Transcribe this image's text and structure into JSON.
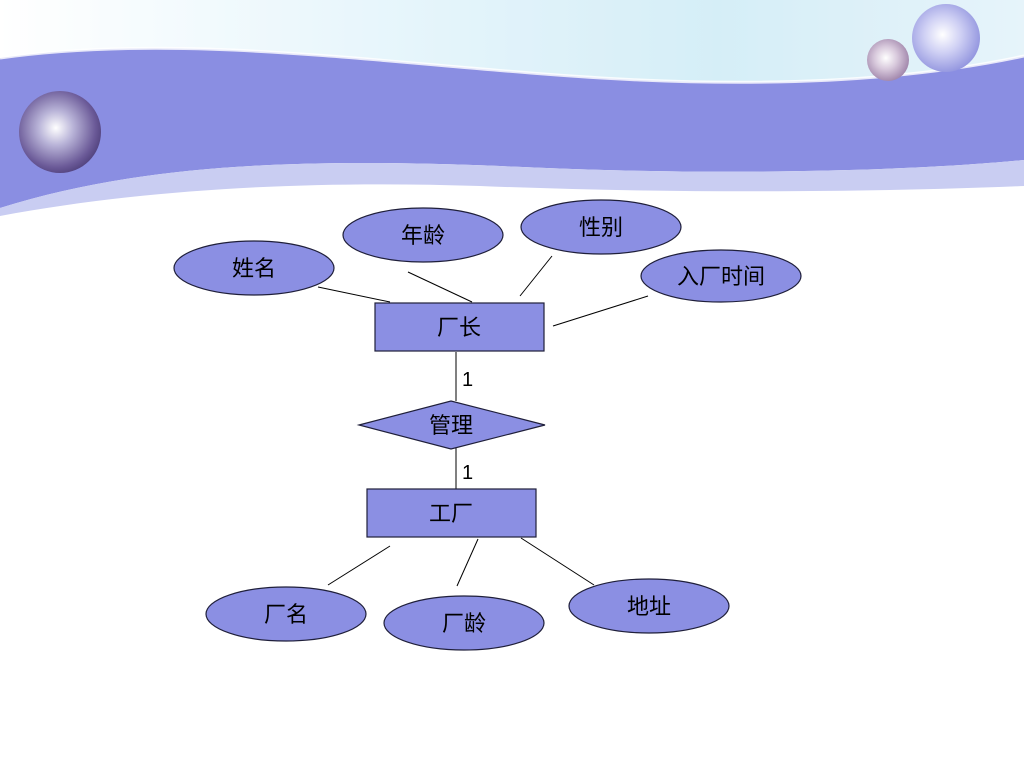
{
  "colors": {
    "node_fill": "#8b8fe3",
    "node_stroke": "#1f1f3a",
    "line": "#000000",
    "banner_dark": "#8a8ee2",
    "banner_light": "#c7ecf7"
  },
  "diagram": {
    "entities": {
      "factory_director": "厂长",
      "factory": "工厂"
    },
    "relationship": "管理",
    "cardinality": {
      "director_side": "1",
      "factory_side": "1"
    },
    "director_attributes": {
      "name": "姓名",
      "age": "年龄",
      "gender": "性别",
      "join_date": "入厂时间"
    },
    "factory_attributes": {
      "factory_name": "厂名",
      "factory_age": "厂龄",
      "address": "地址"
    }
  }
}
